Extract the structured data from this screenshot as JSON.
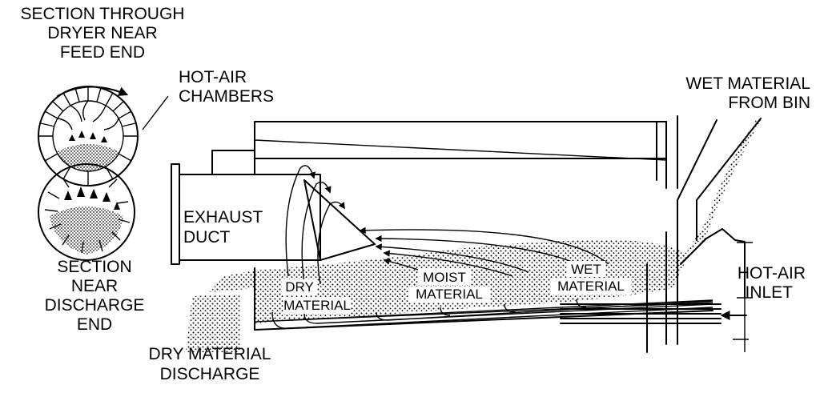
{
  "labels": {
    "section_feed_end": [
      "SECTION THROUGH",
      "DRYER NEAR",
      "FEED END"
    ],
    "hot_air_chambers": [
      "HOT-AIR",
      "CHAMBERS"
    ],
    "wet_material_from_bin": [
      "WET MATERIAL",
      "FROM BIN"
    ],
    "exhaust_duct": [
      "EXHAUST",
      "DUCT"
    ],
    "section_discharge_end": [
      "SECTION",
      "NEAR",
      "DISCHARGE",
      "END"
    ],
    "dry_material": [
      "DRY",
      "MATERIAL"
    ],
    "moist_material": [
      "MOIST",
      "MATERIAL"
    ],
    "wet_material": [
      "WET",
      "MATERIAL"
    ],
    "hot_air_inlet": [
      "HOT-AIR",
      "INLET"
    ],
    "dry_material_discharge": [
      "DRY MATERIAL",
      "DISCHARGE"
    ]
  }
}
